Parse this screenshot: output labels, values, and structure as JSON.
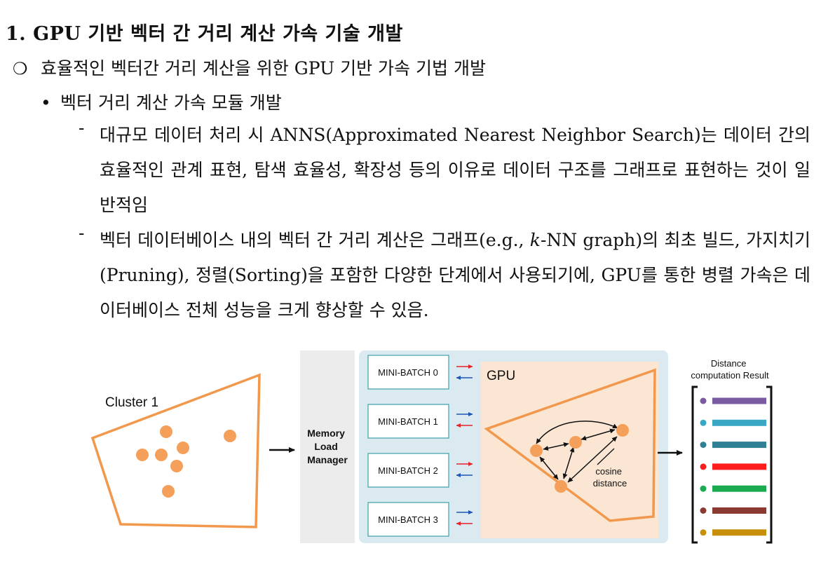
{
  "heading": "1. GPU 기반 벡터 간 거리 계산 가속 기술 개발",
  "section": {
    "title": "효율적인 벡터간 거리 계산을 위한 GPU 기반 가속 기법 개발",
    "subtitle": "벡터 거리 계산 가속 모듈 개발",
    "items": [
      "대규모 데이터 처리 시 ANNS(Approximated Nearest Neighbor Search)는 데이터 간의 효율적인 관계 표현, 탐색 효율성, 확장성 등의 이유로 데이터 구조를 그래프로 표현하는 것이 일반적임",
      {
        "before": "벡터 데이터베이스 내의 벡터 간 거리 계산은 그래프(e.g., ",
        "italic": "k",
        "after": "-NN graph)의 최초 빌드, 가지치기(Pruning), 정렬(Sorting)을 포함한 다양한 단계에서 사용되기에, GPU를 통한 병렬 가속은 데이터베이스 전체 성능을 크게 향상할 수 있음."
      }
    ]
  },
  "figure": {
    "cluster_label": "Cluster 1",
    "manager_lines": [
      "Memory",
      "Load",
      "Manager"
    ],
    "batches": [
      "MINI-BATCH 0",
      "MINI-BATCH 1",
      "MINI-BATCH 2",
      "MINI-BATCH 3"
    ],
    "gpu_label": "GPU",
    "edge_lines": [
      "cosine",
      "distance"
    ],
    "result_lines": [
      "Distance",
      "computation Result"
    ],
    "result_colors": [
      "#7a5aa0",
      "#3aa8c4",
      "#2f7f95",
      "#ff1c1c",
      "#1aaa50",
      "#8b3a32",
      "#c8900a"
    ],
    "node_color": "#f4a05a",
    "shape_color": "#f2984c",
    "panel_color": "#dbe9f1",
    "gpu_fill": "#fbe6d4"
  }
}
